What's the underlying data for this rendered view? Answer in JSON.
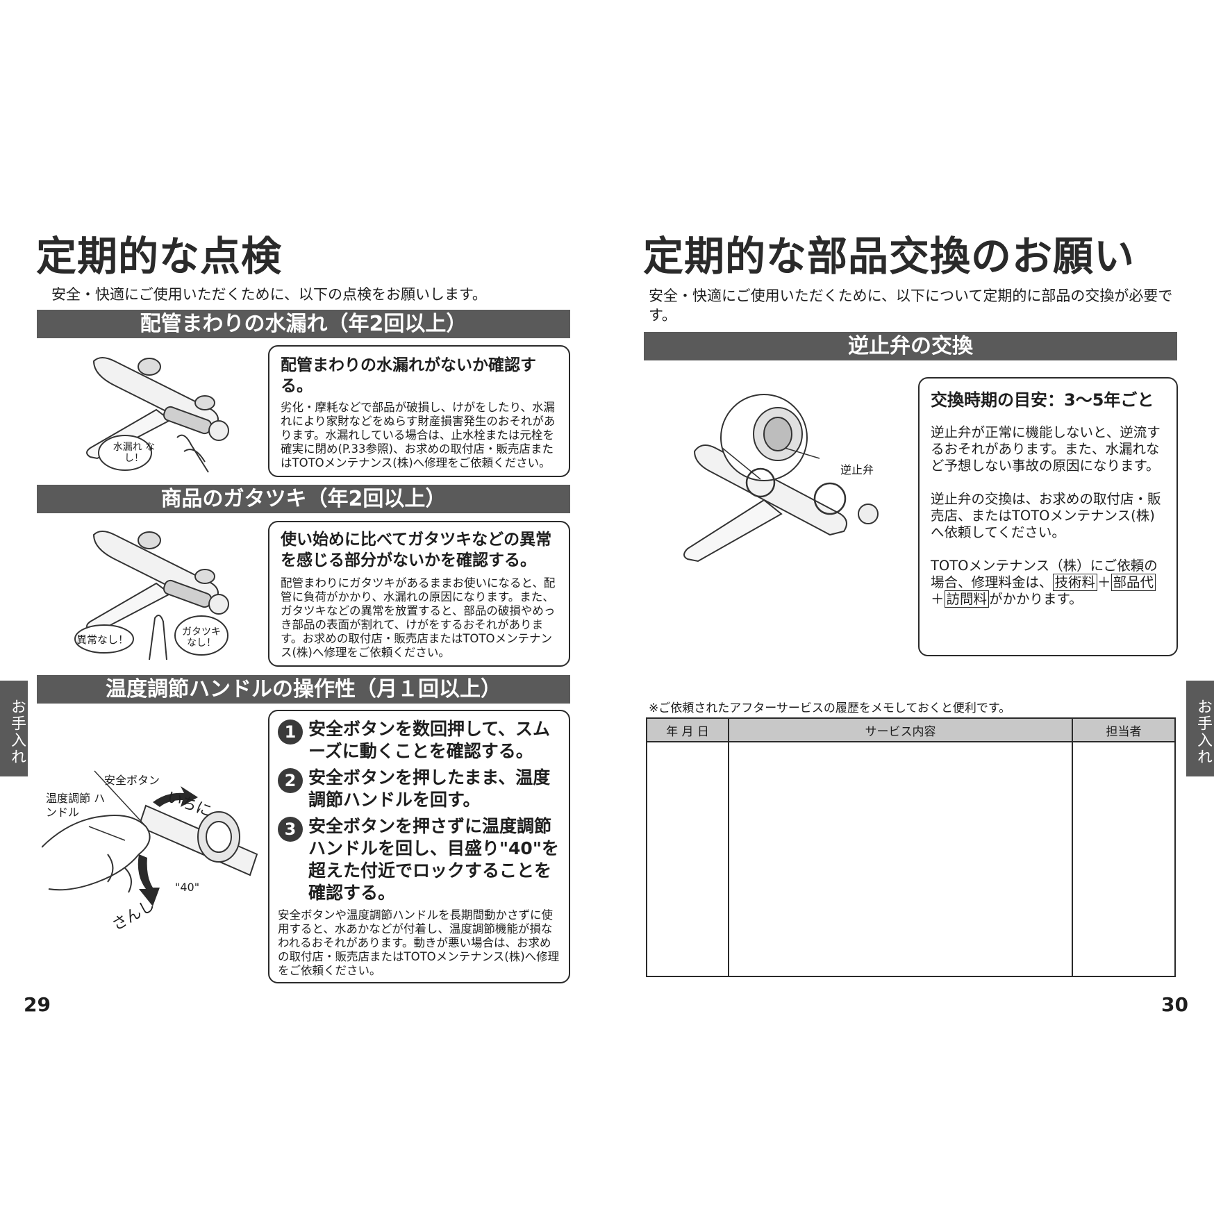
{
  "left": {
    "title": "定期的な点検",
    "intro": "安全・快適にご使用いただくために、以下の点検をお願いします。",
    "sections": [
      {
        "bar": "配管まわりの水漏れ（年2回以上）",
        "head": "配管まわりの水漏れがないか確認する。",
        "body": "劣化・摩耗などで部品が破損し、けがをしたり、水漏れにより家財などをぬらす財産損害発生のおそれがあります。水漏れしている場合は、止水栓または元栓を確実に閉め(P.33参照)、お求めの取付店・販売店またはTOTOメンテナンス(株)へ修理をご依頼ください。",
        "callout": "水漏れ なし！"
      },
      {
        "bar": "商品のガタツキ（年2回以上）",
        "head": "使い始めに比べてガタツキなどの異常を感じる部分がないかを確認する。",
        "body": "配管まわりにガタツキがあるままお使いになると、配管に負荷がかかり、水漏れの原因になります。また、ガタツキなどの異常を放置すると、部品の破損やめっき部品の表面が割れて、けがをするおそれがあります。お求めの取付店・販売店またはTOTOメンテナンス(株)へ修理をご依頼ください。",
        "callout_a": "異常なし！",
        "callout_b": "ガタツキ なし！"
      },
      {
        "bar": "温度調節ハンドルの操作性（月１回以上）",
        "steps": [
          {
            "num": "1",
            "text": "安全ボタンを数回押して、スムーズに動くことを確認する。"
          },
          {
            "num": "2",
            "text": "安全ボタンを押したまま、温度調節ハンドルを回す。"
          },
          {
            "num": "3",
            "text": "安全ボタンを押さずに温度調節ハンドルを回し、目盛り\"40\"を超えた付近でロックすることを確認する。"
          }
        ],
        "body": "安全ボタンや温度調節ハンドルを長期間動かさずに使用すると、水あかなどが付着し、温度調節機能が損なわれるおそれがあります。動きが悪い場合は、お求めの取付店・販売店またはTOTOメンテナンス(株)へ修理をご依頼ください。",
        "label_button": "安全ボタン",
        "label_handle": "温度調節 ハンドル",
        "label_hot": "いちに",
        "label_cold": "さんし",
        "label_40": "\"40\""
      }
    ],
    "side_tab": "お手入れ",
    "page_number": "29"
  },
  "right": {
    "title": "定期的な部品交換のお願い",
    "intro": "安全・快適にご使用いただくために、以下について定期的に部品の交換が必要です。",
    "bar": "逆止弁の交換",
    "callout_label": "逆止弁",
    "box_head": "交換時期の目安：3～5年ごと",
    "para1": "逆止弁が正常に機能しないと、逆流するおそれがあります。また、水漏れなど予想しない事故の原因になります。",
    "para2": "逆止弁の交換は、お求めの取付店・販売店、またはTOTOメンテナンス(株)へ依頼してください。",
    "para3_prefix": "TOTOメンテナンス（株）にご依頼の場合、修理料金は、",
    "fee_1": "技術料",
    "plus_1": "＋",
    "fee_2": "部品代",
    "plus_2": "＋",
    "fee_3": "訪問料",
    "para3_suffix": "がかかります。",
    "memo_note": "※ご依頼されたアフターサービスの履歴をメモしておくと便利です。",
    "table_headers": [
      "年 月 日",
      "サービス内容",
      "担当者"
    ],
    "side_tab": "お手入れ",
    "page_number": "30"
  }
}
